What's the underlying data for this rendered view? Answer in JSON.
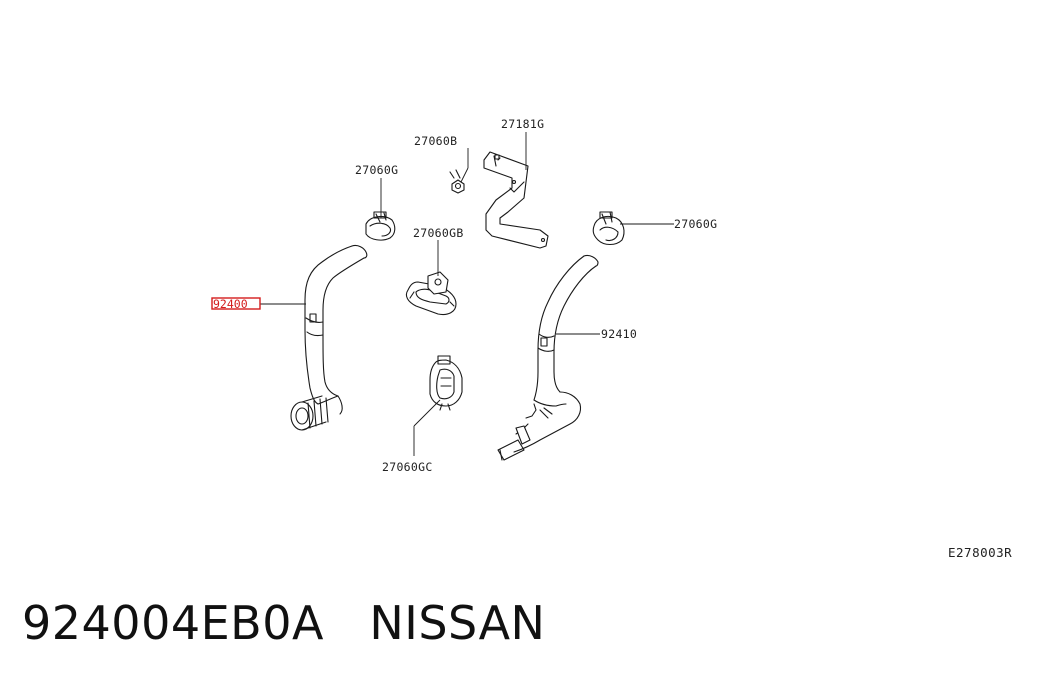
{
  "diagram": {
    "callouts": {
      "hose_left": "92400",
      "hose_right": "92410",
      "clamp_top_left": "27060G",
      "clamp_right": "27060G",
      "bolt": "27060B",
      "bracket": "27181G",
      "clip_gb": "27060GB",
      "clip_gc": "27060GC"
    },
    "reference_code": "E278003R",
    "highlight_color": "#d41c1c"
  },
  "caption": {
    "part_number": "924004EB0A",
    "brand": "NISSAN",
    "separator": "   "
  }
}
